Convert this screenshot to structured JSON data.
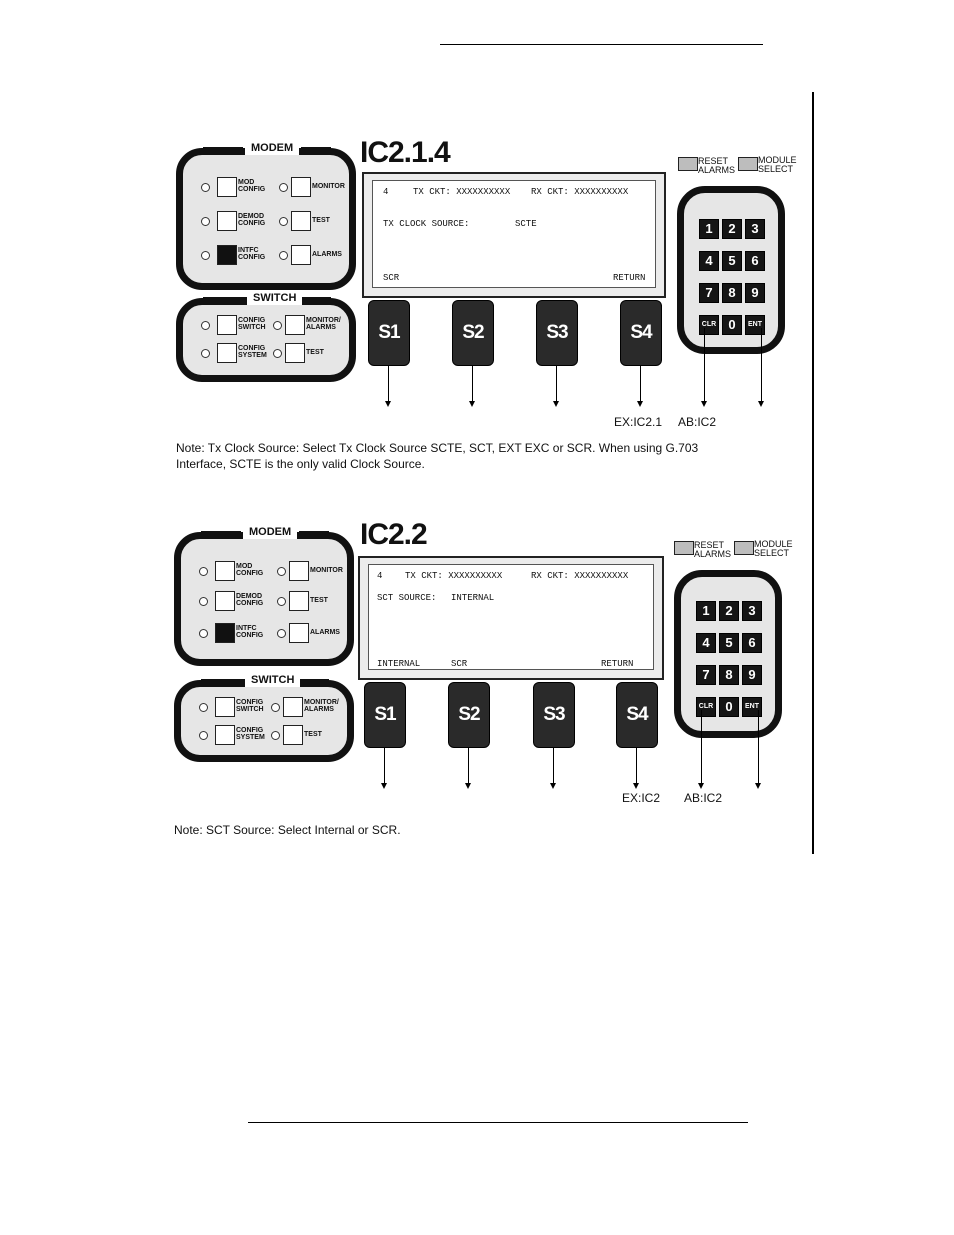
{
  "figures": [
    {
      "title": "IC2.1.4",
      "modem_title": "MODEM",
      "switch_title": "SWITCH",
      "modem_buttons": [
        "MOD CONFIG",
        "MONITOR",
        "DEMOD CONFIG",
        "TEST",
        "INTFC CONFIG",
        "ALARMS"
      ],
      "switch_buttons": [
        "CONFIG SWITCH",
        "MONITOR/ ALARMS",
        "CONFIG SYSTEM",
        "TEST"
      ],
      "lcd_lines": {
        "line1_num": "4",
        "line1_tx": "TX CKT: XXXXXXXXXX",
        "line1_rx": "RX CKT: XXXXXXXXXX",
        "line2_label": "TX CLOCK SOURCE:",
        "line2_value": "SCTE",
        "bottom_left": "SCR",
        "bottom_mid": "",
        "bottom_right": "RETURN"
      },
      "softkeys": [
        "S1",
        "S2",
        "S3",
        "S4"
      ],
      "reset_label": "RESET ALARMS",
      "module_label": "MODULE SELECT",
      "keys": [
        "1",
        "2",
        "3",
        "4",
        "5",
        "6",
        "7",
        "8",
        "9",
        "CLR",
        "0",
        "ENT"
      ],
      "ex_label": "EX:IC2.1",
      "ab_label": "AB:IC2",
      "note": "Note: Tx Clock Source:  Select Tx Clock Source SCTE, SCT, EXT EXC or SCR.  When using G.703 Interface, SCTE is the only valid Clock Source."
    },
    {
      "title": "IC2.2",
      "modem_title": "MODEM",
      "switch_title": "SWITCH",
      "modem_buttons": [
        "MOD CONFIG",
        "MONITOR",
        "DEMOD CONFIG",
        "TEST",
        "INTFC CONFIG",
        "ALARMS"
      ],
      "switch_buttons": [
        "CONFIG SWITCH",
        "MONITOR/ ALARMS",
        "CONFIG SYSTEM",
        "TEST"
      ],
      "lcd_lines": {
        "line1_num": "4",
        "line1_tx": "TX CKT: XXXXXXXXXX",
        "line1_rx": "RX CKT: XXXXXXXXXX",
        "line2_label": "SCT SOURCE:",
        "line2_value": "INTERNAL",
        "bottom_left": "INTERNAL",
        "bottom_mid": "SCR",
        "bottom_right": "RETURN"
      },
      "softkeys": [
        "S1",
        "S2",
        "S3",
        "S4"
      ],
      "reset_label": "RESET ALARMS",
      "module_label": "MODULE SELECT",
      "keys": [
        "1",
        "2",
        "3",
        "4",
        "5",
        "6",
        "7",
        "8",
        "9",
        "CLR",
        "0",
        "ENT"
      ],
      "ex_label": "EX:IC2",
      "ab_label": "AB:IC2",
      "note": "Note: SCT Source: Select Internal or SCR."
    }
  ]
}
